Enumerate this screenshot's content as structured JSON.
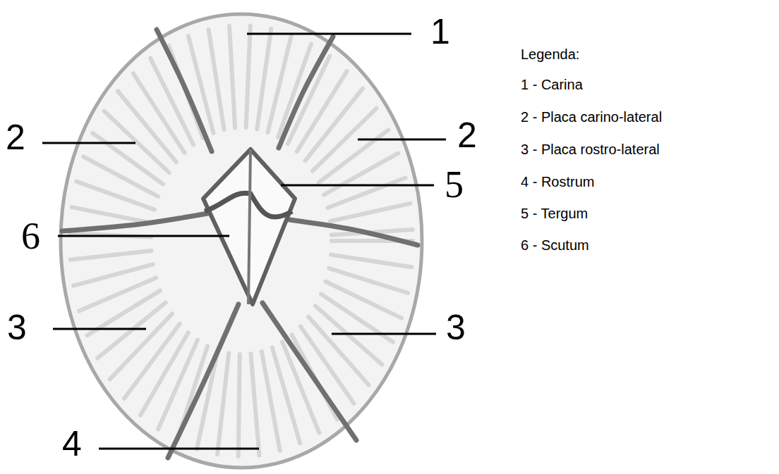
{
  "diagram": {
    "labels": [
      "1",
      "2",
      "2",
      "5",
      "6",
      "3",
      "3",
      "4",
      "Legenda:"
    ],
    "legend": [
      {
        "text": "1 - Carina"
      },
      {
        "text": "2 - Placa carino-lateral"
      },
      {
        "text": "3 - Placa rostro-lateral"
      },
      {
        "text": "4 - Rostrum"
      },
      {
        "text": "5 - Tergum"
      },
      {
        "text": "6 - Scutum"
      }
    ]
  }
}
